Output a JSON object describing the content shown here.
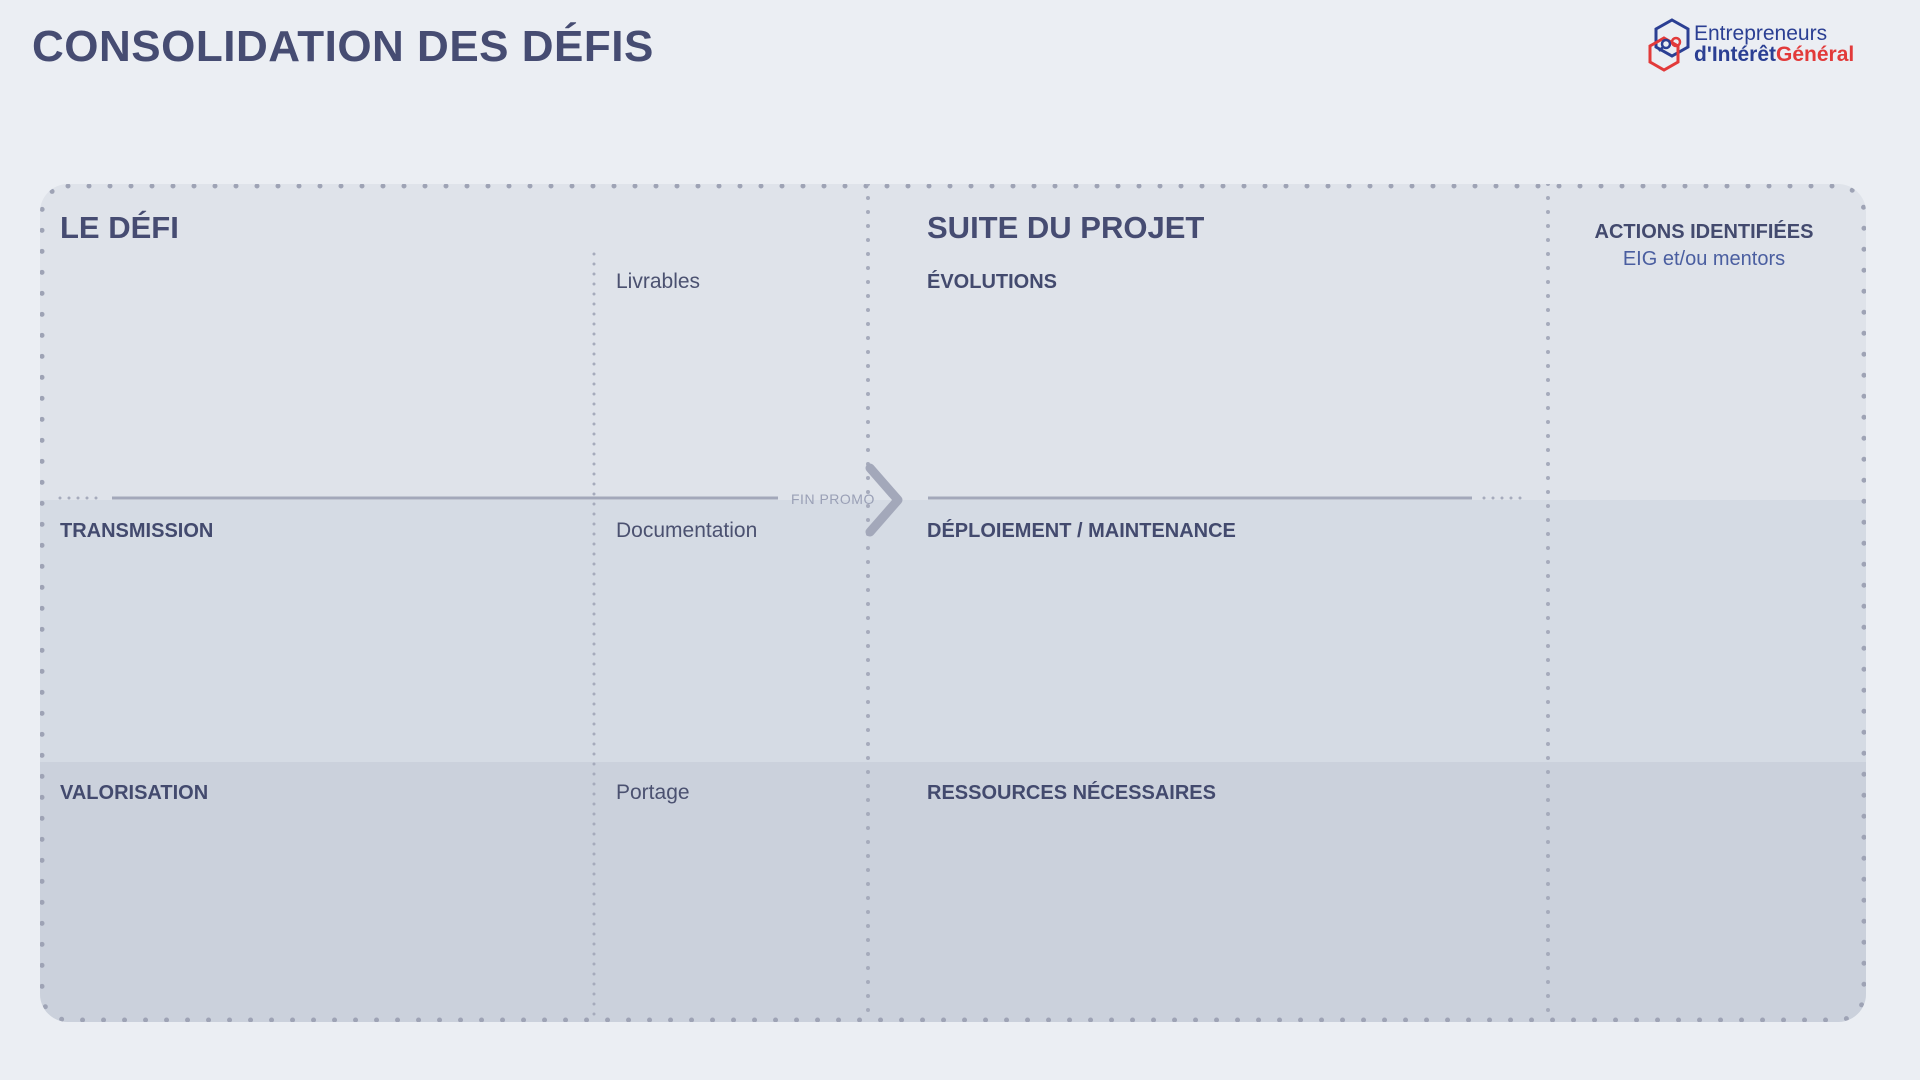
{
  "page": {
    "title": "CONSOLIDATION DES DÉFIS"
  },
  "logo": {
    "line1": "Entrepreneurs",
    "line2a": "d'Intérêt",
    "line2b": "Général"
  },
  "canvas": {
    "section_left": "LE DÉFI",
    "section_right": "SUITE DU PROJET",
    "actions_title": "ACTIONS IDENTIFIÉES",
    "actions_subtitle": "EIG et/ou mentors",
    "milestone": "FIN PROMO",
    "left_rows": [
      "TRANSMISSION",
      "VALORISATION"
    ],
    "sub_cells": [
      "Livrables",
      "Documentation",
      "Portage"
    ],
    "right_rows": [
      "ÉVOLUTIONS",
      "DÉPLOIEMENT / MAINTENANCE",
      "RESSOURCES NÉCESSAIRES"
    ]
  },
  "colors": {
    "title": "#464c72",
    "accent_blue": "#2b3f93",
    "accent_red": "#e23a3a",
    "dots": "#9ea3b5"
  }
}
